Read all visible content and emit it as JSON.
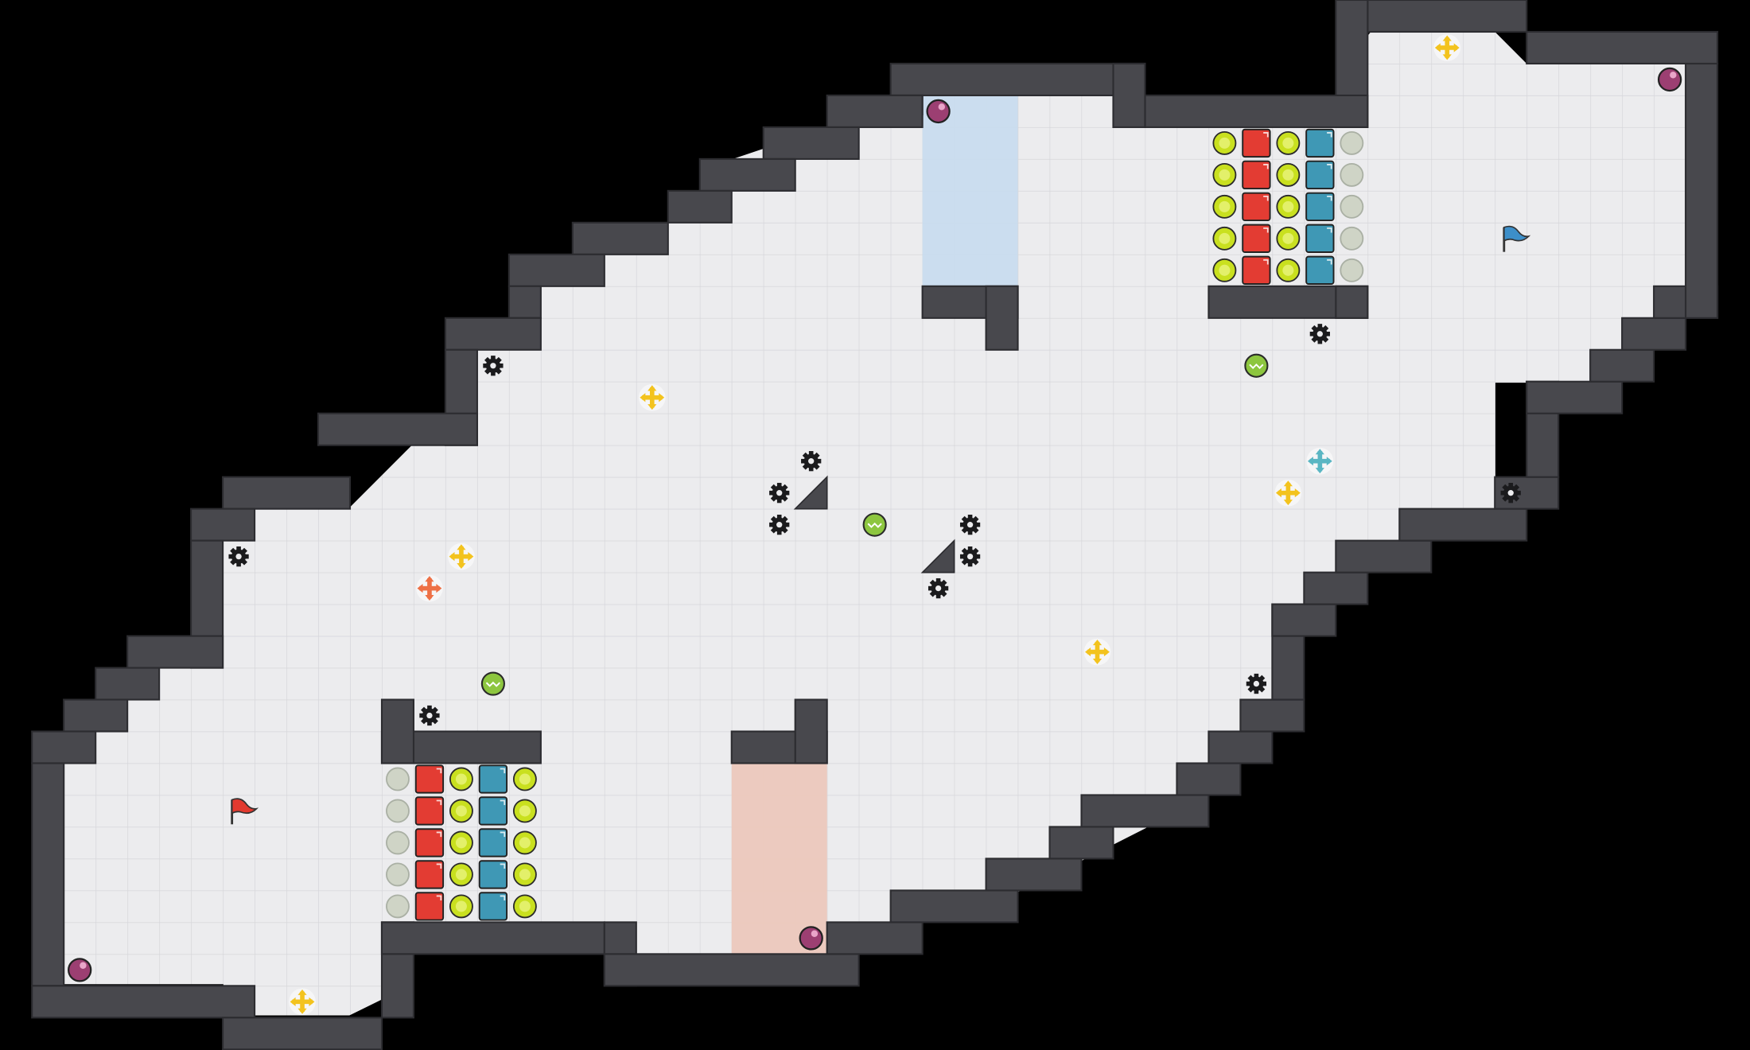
{
  "level": {
    "cols": 55,
    "rows": 33,
    "colors": {
      "background": "#000000",
      "floor": "#ececee",
      "grid": "#d6d6da",
      "wall": "#48484d",
      "wall_edge": "#2c2c30",
      "blue_zone": "#c9dcee",
      "red_zone": "#ecc8bc",
      "red_block": "#e33c33",
      "blue_block": "#3f98b5",
      "yellow_button": "#c9e01f",
      "inactive_button": "#cfd4c6",
      "orb_purple": "#9c3f72",
      "flag_red": "#e23a2f",
      "flag_blue": "#3d8fc9",
      "mover_yellow": "#f3c31e",
      "mover_orange": "#ee7045",
      "mover_teal": "#5ab6c3",
      "spike": "#1b1b1d",
      "green_ball": "#8dc63f"
    },
    "walls": [
      [
        28,
        2,
        8,
        1
      ],
      [
        28,
        3,
        1,
        0.6
      ],
      [
        26,
        3,
        3,
        1
      ],
      [
        24,
        4,
        3,
        1
      ],
      [
        22,
        5,
        3,
        1
      ],
      [
        21,
        6,
        2,
        1
      ],
      [
        18,
        7,
        3,
        1
      ],
      [
        16,
        8,
        3,
        1
      ],
      [
        16,
        9,
        1,
        1
      ],
      [
        14,
        10,
        3,
        1
      ],
      [
        14,
        11,
        1,
        3
      ],
      [
        10,
        13,
        5,
        1
      ],
      [
        7,
        15,
        4,
        1
      ],
      [
        6,
        16,
        2,
        1
      ],
      [
        6,
        17,
        1,
        4
      ],
      [
        4,
        20,
        3,
        1
      ],
      [
        3,
        21,
        2,
        1
      ],
      [
        2,
        22,
        2,
        1
      ],
      [
        1,
        23,
        2,
        1
      ],
      [
        1,
        24,
        1,
        7
      ],
      [
        1,
        31,
        7,
        1
      ],
      [
        7,
        32,
        5,
        1
      ],
      [
        12,
        29,
        1,
        3
      ],
      [
        12,
        29,
        7,
        1
      ],
      [
        19,
        29,
        1,
        2
      ],
      [
        19,
        30,
        8,
        1
      ],
      [
        26,
        29,
        3,
        1
      ],
      [
        28,
        28,
        4,
        1
      ],
      [
        31,
        27,
        3,
        1
      ],
      [
        33,
        26,
        2,
        1
      ],
      [
        34,
        25,
        4,
        1
      ],
      [
        37,
        24,
        2,
        1
      ],
      [
        38,
        23,
        2,
        1
      ],
      [
        39,
        22,
        2,
        1
      ],
      [
        40,
        19,
        1,
        3
      ],
      [
        40,
        19,
        2,
        1
      ],
      [
        41,
        18,
        2,
        1
      ],
      [
        42,
        17,
        3,
        1
      ],
      [
        44,
        16,
        4,
        1
      ],
      [
        47,
        15,
        2,
        1
      ],
      [
        48,
        12,
        1,
        3
      ],
      [
        48,
        12,
        3,
        1
      ],
      [
        50,
        11,
        2,
        1
      ],
      [
        51,
        10,
        2,
        1
      ],
      [
        52,
        9,
        2,
        1
      ],
      [
        53,
        2,
        1,
        8
      ],
      [
        48,
        1,
        6,
        1
      ],
      [
        43,
        0,
        5,
        1
      ],
      [
        42,
        0,
        1,
        4
      ],
      [
        36,
        3,
        7,
        1
      ],
      [
        35,
        2,
        1,
        2
      ],
      [
        29,
        9,
        3,
        1
      ],
      [
        31,
        9,
        1,
        2
      ],
      [
        38,
        9,
        5,
        1
      ],
      [
        42,
        9,
        1,
        1
      ],
      [
        12,
        23,
        5,
        1
      ],
      [
        12,
        22,
        1,
        2
      ],
      [
        23,
        23,
        3,
        1
      ],
      [
        25,
        22,
        1,
        2
      ]
    ],
    "blue_zone": [
      [
        29,
        3,
        3,
        7
      ]
    ],
    "red_zone": [
      [
        23,
        23,
        3,
        7
      ]
    ],
    "button_grids": [
      {
        "col": 38,
        "row": 4,
        "pattern": [
          "yellow_button",
          "red_block",
          "yellow_button",
          "blue_block",
          "inactive_button"
        ]
      },
      {
        "col": 12,
        "row": 24,
        "pattern": [
          "inactive_button",
          "red_block",
          "yellow_button",
          "blue_block",
          "yellow_button"
        ]
      }
    ],
    "spikes": [
      [
        15,
        11
      ],
      [
        25,
        14
      ],
      [
        24,
        15
      ],
      [
        24,
        16
      ],
      [
        30,
        16
      ],
      [
        30,
        17
      ],
      [
        29,
        18
      ],
      [
        7,
        17
      ],
      [
        13,
        22
      ],
      [
        41,
        10
      ],
      [
        47,
        15
      ],
      [
        39,
        21
      ]
    ],
    "ramps": [
      [
        25,
        15
      ],
      [
        29,
        17
      ]
    ],
    "orbs": [
      [
        29,
        3
      ],
      [
        52,
        2
      ],
      [
        2,
        30
      ],
      [
        25,
        29
      ]
    ],
    "green_balls": [
      [
        27,
        16
      ],
      [
        15,
        21
      ],
      [
        39,
        11
      ]
    ],
    "movers": [
      {
        "cell": [
          20,
          12
        ],
        "color": "mover_yellow"
      },
      {
        "cell": [
          14,
          17
        ],
        "color": "mover_yellow"
      },
      {
        "cell": [
          13,
          18
        ],
        "color": "mover_orange"
      },
      {
        "cell": [
          34,
          20
        ],
        "color": "mover_yellow"
      },
      {
        "cell": [
          9,
          31
        ],
        "color": "mover_yellow"
      },
      {
        "cell": [
          45,
          1
        ],
        "color": "mover_yellow"
      },
      {
        "cell": [
          40,
          15
        ],
        "color": "mover_yellow"
      },
      {
        "cell": [
          41,
          14
        ],
        "color": "mover_teal"
      }
    ],
    "flags": [
      {
        "cell": [
          7,
          25
        ],
        "color": "flag_red"
      },
      {
        "cell": [
          47,
          7
        ],
        "color": "flag_blue"
      }
    ]
  }
}
